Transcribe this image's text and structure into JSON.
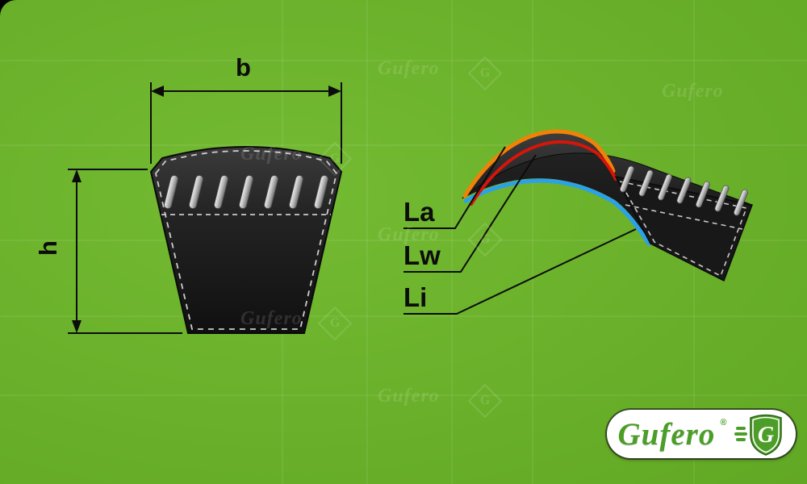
{
  "canvas": {
    "background": "#6ab02a"
  },
  "dimensions": {
    "width_label": "b",
    "height_label": "h"
  },
  "belt_labels": {
    "outer": "La",
    "pitch": "Lw",
    "inner": "Li"
  },
  "line_colors": {
    "outer": "#f28107",
    "pitch": "#d6150b",
    "inner": "#2ba1ea"
  },
  "logo": {
    "brand": "Gufero",
    "registered": "®",
    "emblem": "G"
  },
  "watermark": {
    "text": "Gufero",
    "emblem": "G"
  }
}
